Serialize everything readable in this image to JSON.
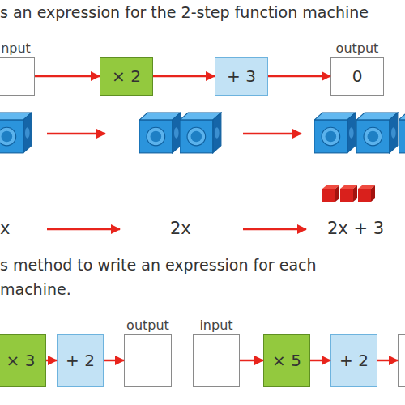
{
  "diagram": {
    "nodes": [
      {
        "text": [
          "nput"
        ]
      },
      {
        "text": [
          "× 2"
        ]
      },
      {
        "text": [
          "+ 3"
        ]
      },
      {
        "text": [
          "output",
          "0"
        ]
      },
      {
        "text": [
          "× 3"
        ]
      },
      {
        "text": [
          "+ 2"
        ]
      },
      {
        "text": [
          "output"
        ]
      },
      {
        "text": [
          "input"
        ]
      },
      {
        "text": [
          "× 5"
        ]
      },
      {
        "text": [
          "+ 2"
        ]
      },
      {
        "text": []
      }
    ],
    "edges": [
      {
        "from": 0,
        "to": 1,
        "arrow": "to"
      },
      {
        "from": 1,
        "to": 2,
        "arrow": "to"
      },
      {
        "from": 2,
        "to": 3,
        "arrow": "to"
      },
      {
        "from": 4,
        "to": 5,
        "arrow": "to"
      },
      {
        "from": 5,
        "to": 6,
        "arrow": "to"
      },
      {
        "from": 7,
        "to": 8,
        "arrow": "to"
      },
      {
        "from": 8,
        "to": 9,
        "arrow": "to"
      },
      {
        "from": 9,
        "to": 10,
        "arrow": "to"
      }
    ],
    "labels": [
      "s an expression for the 2-step function machine",
      "x",
      "2x",
      "2x + 3",
      "s method to write an expression for each",
      "machine."
    ]
  }
}
